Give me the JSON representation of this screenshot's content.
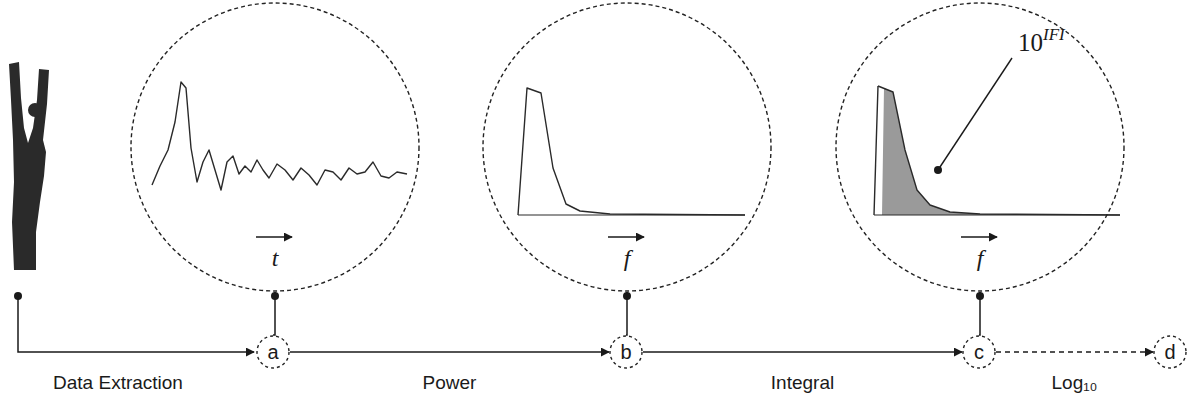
{
  "diagram": {
    "nodes": [
      {
        "text": [
          "t"
        ]
      },
      {
        "text": [
          "f"
        ]
      },
      {
        "text": [
          "f"
        ]
      },
      {
        "text": [
          "a"
        ]
      },
      {
        "text": [
          "b"
        ]
      },
      {
        "text": [
          "c"
        ]
      },
      {
        "text": [
          "d"
        ]
      }
    ],
    "edges": [
      {
        "from": 3,
        "to": 4,
        "label": "Power",
        "arrow": "to"
      },
      {
        "from": 4,
        "to": 5,
        "label": "Integral",
        "arrow": "to"
      },
      {
        "from": 5,
        "to": 6,
        "label": "Log₁₀",
        "arrow": "to"
      },
      {
        "from": 0,
        "to": 3,
        "arrow": "none"
      },
      {
        "from": 1,
        "to": 4,
        "arrow": "none"
      },
      {
        "from": 2,
        "to": 5,
        "arrow": "none"
      }
    ],
    "labels": [
      "Data Extraction",
      "10",
      "IFI"
    ]
  }
}
